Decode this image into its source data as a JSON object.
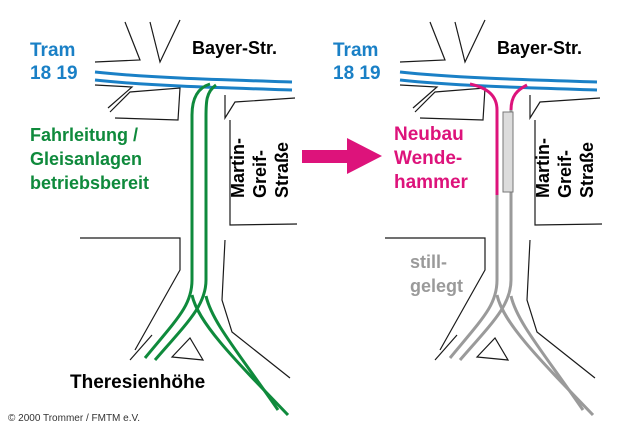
{
  "colors": {
    "tram": "#1a80c6",
    "operational": "#0f8a3c",
    "new_construction": "#dd137b",
    "decommissioned": "#9a9a9a",
    "arrow": "#dd137b",
    "streets": "#1a1a1a"
  },
  "left_panel": {
    "tram_label": "Tram",
    "tram_lines": "18 19",
    "street_top": "Bayer-Str.",
    "street_side": [
      "Martin-",
      "Greif-",
      "Straße"
    ],
    "status": [
      "Fahrleitung /",
      "Gleisanlagen",
      "betriebsbereit"
    ],
    "place": "Theresienhöhe"
  },
  "right_panel": {
    "tram_label": "Tram",
    "tram_lines": "18 19",
    "street_top": "Bayer-Str.",
    "street_side": [
      "Martin-",
      "Greif-",
      "Straße"
    ],
    "new_label": [
      "Neubau",
      "Wende-",
      "hammer"
    ],
    "closed_label": [
      "still-",
      "gelegt"
    ]
  },
  "transition_arrow_icon": "right-arrow-icon",
  "copyright": "© 2000 Trommer / FMTM e.V."
}
